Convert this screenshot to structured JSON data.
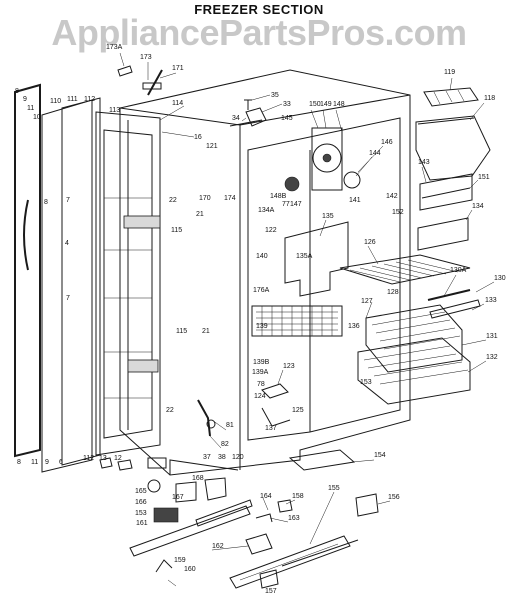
{
  "title": "FREEZER SECTION",
  "watermark": "AppliancePartsPros.com",
  "callouts": [
    {
      "key": "c173A",
      "text": "173A"
    },
    {
      "key": "c173",
      "text": "173"
    },
    {
      "key": "c171",
      "text": "171"
    },
    {
      "key": "c35",
      "text": "35"
    },
    {
      "key": "c33",
      "text": "33"
    },
    {
      "key": "c34",
      "text": "34"
    },
    {
      "key": "c119",
      "text": "119"
    },
    {
      "key": "c118",
      "text": "118"
    },
    {
      "key": "c8a",
      "text": "8"
    },
    {
      "key": "c9a",
      "text": "9"
    },
    {
      "key": "c11a",
      "text": "11"
    },
    {
      "key": "c10",
      "text": "10"
    },
    {
      "key": "c110",
      "text": "110"
    },
    {
      "key": "c111",
      "text": "111"
    },
    {
      "key": "c112a",
      "text": "112"
    },
    {
      "key": "c113",
      "text": "113"
    },
    {
      "key": "c114",
      "text": "114"
    },
    {
      "key": "c16",
      "text": "16"
    },
    {
      "key": "c145",
      "text": "145"
    },
    {
      "key": "c150",
      "text": "150"
    },
    {
      "key": "c149",
      "text": "149"
    },
    {
      "key": "c148",
      "text": "148"
    },
    {
      "key": "c146",
      "text": "146"
    },
    {
      "key": "c144",
      "text": "144"
    },
    {
      "key": "c143",
      "text": "143"
    },
    {
      "key": "c151",
      "text": "151"
    },
    {
      "key": "c121",
      "text": "121"
    },
    {
      "key": "c148B",
      "text": "148B"
    },
    {
      "key": "c77",
      "text": "77"
    },
    {
      "key": "c147",
      "text": "147"
    },
    {
      "key": "c141",
      "text": "141"
    },
    {
      "key": "c142",
      "text": "142"
    },
    {
      "key": "c134",
      "text": "134"
    },
    {
      "key": "c152",
      "text": "152"
    },
    {
      "key": "c8b",
      "text": "8"
    },
    {
      "key": "c7a",
      "text": "7"
    },
    {
      "key": "c4",
      "text": "4"
    },
    {
      "key": "c170",
      "text": "170"
    },
    {
      "key": "c174",
      "text": "174"
    },
    {
      "key": "c134A",
      "text": "134A"
    },
    {
      "key": "c22a",
      "text": "22"
    },
    {
      "key": "c21a",
      "text": "21"
    },
    {
      "key": "c115a",
      "text": "115"
    },
    {
      "key": "c122",
      "text": "122"
    },
    {
      "key": "c135",
      "text": "135"
    },
    {
      "key": "c126",
      "text": "126"
    },
    {
      "key": "c140",
      "text": "140"
    },
    {
      "key": "c135A",
      "text": "135A"
    },
    {
      "key": "c130A",
      "text": "130A"
    },
    {
      "key": "c130",
      "text": "130"
    },
    {
      "key": "c7b",
      "text": "7"
    },
    {
      "key": "c176A",
      "text": "176A"
    },
    {
      "key": "c128",
      "text": "128"
    },
    {
      "key": "c127",
      "text": "127"
    },
    {
      "key": "c133",
      "text": "133"
    },
    {
      "key": "c139",
      "text": "139"
    },
    {
      "key": "c136",
      "text": "136"
    },
    {
      "key": "c115b",
      "text": "115"
    },
    {
      "key": "c21b",
      "text": "21"
    },
    {
      "key": "c131",
      "text": "131"
    },
    {
      "key": "c132",
      "text": "132"
    },
    {
      "key": "c139B",
      "text": "139B"
    },
    {
      "key": "c139A",
      "text": "139A"
    },
    {
      "key": "c123",
      "text": "123"
    },
    {
      "key": "c153a",
      "text": "153"
    },
    {
      "key": "c78",
      "text": "78"
    },
    {
      "key": "c124",
      "text": "124"
    },
    {
      "key": "c22b",
      "text": "22"
    },
    {
      "key": "c137",
      "text": "137"
    },
    {
      "key": "c125",
      "text": "125"
    },
    {
      "key": "c81",
      "text": "81"
    },
    {
      "key": "c82",
      "text": "82"
    },
    {
      "key": "c154",
      "text": "154"
    },
    {
      "key": "c37",
      "text": "37"
    },
    {
      "key": "c38",
      "text": "38"
    },
    {
      "key": "c120",
      "text": "120"
    },
    {
      "key": "c8c",
      "text": "8"
    },
    {
      "key": "c11b",
      "text": "11"
    },
    {
      "key": "c9b",
      "text": "9"
    },
    {
      "key": "c6",
      "text": "6"
    },
    {
      "key": "c112b",
      "text": "112"
    },
    {
      "key": "c13",
      "text": "13"
    },
    {
      "key": "c12",
      "text": "12"
    },
    {
      "key": "c168",
      "text": "168"
    },
    {
      "key": "c165",
      "text": "165"
    },
    {
      "key": "c166",
      "text": "166"
    },
    {
      "key": "c167",
      "text": "167"
    },
    {
      "key": "c164",
      "text": "164"
    },
    {
      "key": "c158",
      "text": "158"
    },
    {
      "key": "c155",
      "text": "155"
    },
    {
      "key": "c156",
      "text": "156"
    },
    {
      "key": "c153b",
      "text": "153"
    },
    {
      "key": "c161",
      "text": "161"
    },
    {
      "key": "c163",
      "text": "163"
    },
    {
      "key": "c162",
      "text": "162"
    },
    {
      "key": "c159",
      "text": "159"
    },
    {
      "key": "c160",
      "text": "160"
    },
    {
      "key": "c157",
      "text": "157"
    }
  ]
}
